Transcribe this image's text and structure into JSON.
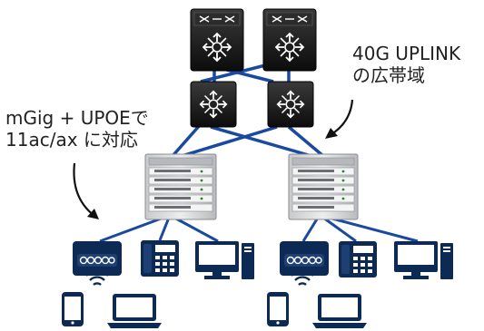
{
  "labels": {
    "uplink_line1": "40G UPLINK",
    "uplink_line2": "の広帯域",
    "mgig_line1": "mGig + UPOEで",
    "mgig_line2": "11ac/ax に対応"
  },
  "colors": {
    "link": "#1a4aa0",
    "device": "#0d2a55",
    "core_switch": "#141414",
    "chassis": "#d9dadc",
    "chassis_edge": "#8a8c90",
    "annotation_line": "#111111"
  },
  "icons": [
    "core-switch-icon",
    "distribution-switch-icon",
    "chassis-switch-icon",
    "access-point-icon",
    "ip-phone-icon",
    "desktop-pc-icon",
    "smartphone-icon",
    "laptop-icon",
    "wifi-waves-icon"
  ]
}
